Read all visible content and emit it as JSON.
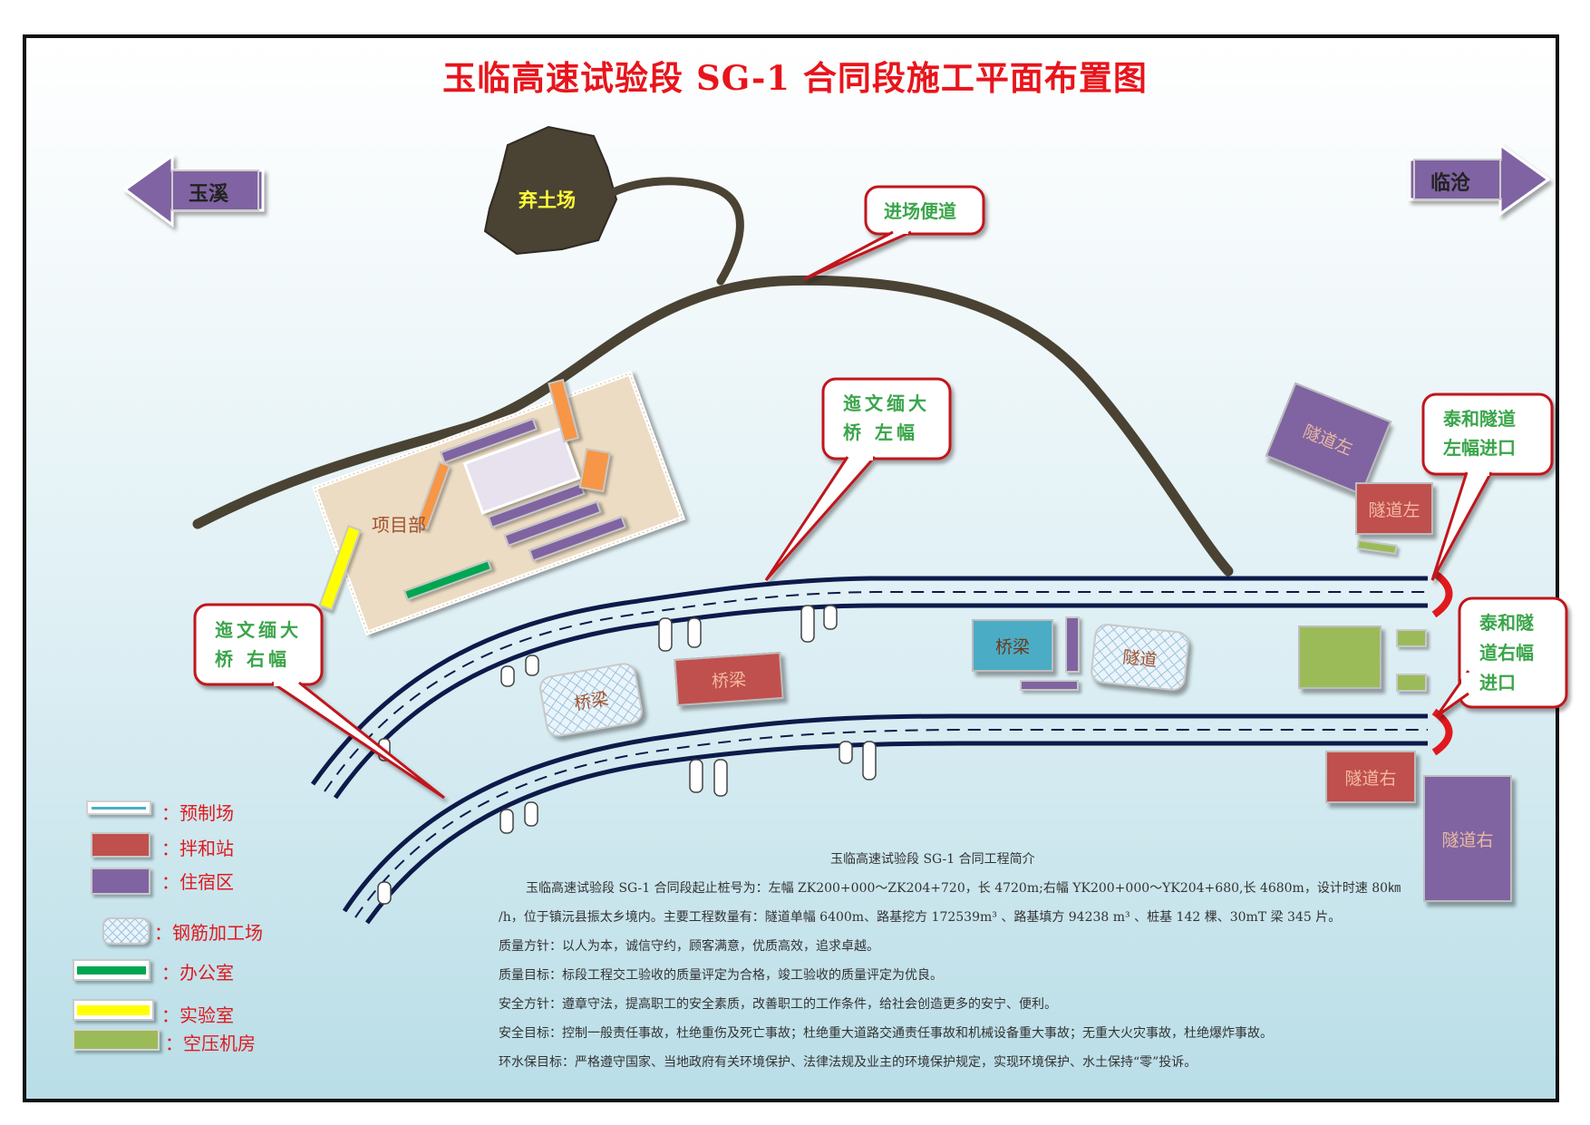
{
  "title": "玉临高速试验段 SG-1 合同段施工平面布置图",
  "directions": {
    "left": "玉溪",
    "right": "临沧"
  },
  "spoil_area": "弃土场",
  "project_dept": "项目部",
  "callouts": {
    "access_road": "进场便道",
    "bridge_left_line1": "迤文缅大",
    "bridge_left_line2": "桥 左幅",
    "bridge_right_line1": "迤文缅大",
    "bridge_right_line2": "桥 右幅",
    "tunnel_left_line1": "泰和隧道",
    "tunnel_left_line2": "左幅进口",
    "tunnel_right_line1": "泰和隧",
    "tunnel_right_line2": "道右幅",
    "tunnel_right_line3": "进口"
  },
  "site_labels": {
    "rebar_1": "桥梁",
    "mix_bridge": "桥梁",
    "precast_bridge": "桥梁",
    "rebar_tunnel": "隧道",
    "tunnel_left_dorm": "隧道左",
    "tunnel_left_mix": "隧道左",
    "tunnel_right_mix": "隧道右",
    "tunnel_right_dorm": "隧道右"
  },
  "legend": [
    {
      "label": "：预制场"
    },
    {
      "label": "：拌和站"
    },
    {
      "label": "：住宿区"
    },
    {
      "label": "：钢筋加工场"
    },
    {
      "label": "：办公室"
    },
    {
      "label": "：实验室"
    },
    {
      "label": "：空压机房"
    }
  ],
  "intro": {
    "heading": "玉临高速试验段 SG-1 合同工程简介",
    "line1": "玉临高速试验段 SG-1 合同段起止桩号为：左幅 ZK200+000～ZK204+720，长 4720m;右幅 YK200+000～YK204+680,长 4680m，设计时速 80㎞",
    "line2": "/h，位于镇沅县振太乡境内。主要工程数量有：隧道单幅 6400m、路基挖方 172539m³ 、路基填方 94238 m³ 、桩基 142 棵、30mT 梁 345 片。",
    "line3": "质量方针：以人为本，诚信守约，顾客满意，优质高效，追求卓越。",
    "line4": "质量目标：标段工程交工验收的质量评定为合格，竣工验收的质量评定为优良。",
    "line5": "安全方针：遵章守法，提高职工的安全素质，改善职工的工作条件，给社会创造更多的安宁、便利。",
    "line6": "安全目标：控制一般责任事故，杜绝重伤及死亡事故；杜绝重大道路交通责任事故和机械设备重大事故；无重大火灾事故，杜绝爆炸事故。",
    "line7": "环水保目标：严格遵守国家、当地政府有关环境保护、法律法规及业主的环境保护规定，实现环境保护、水土保持“零”投诉。"
  },
  "colors": {
    "title": "#e8141b",
    "mixing_station": "#c0504d",
    "dormitory": "#8064a2",
    "precast_yard": "#4bacc6",
    "office": "#00a651",
    "laboratory": "#ffff00",
    "compressor_room": "#9bbb59",
    "spoil_area": "#4a4232",
    "access_road": "#4a4232",
    "road_edge": "#0d1a4a"
  }
}
